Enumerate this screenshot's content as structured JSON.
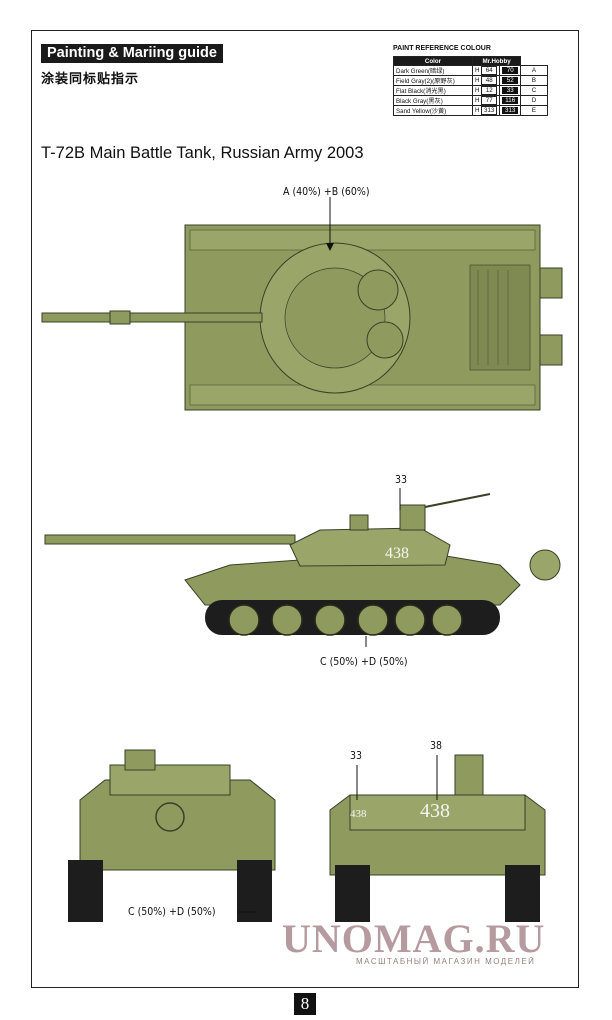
{
  "header": {
    "title_en": "Painting & Mariing guide",
    "title_cn": "涂装同标贴指示"
  },
  "reference": {
    "title": "PAINT REFERENCE COLOUR",
    "col_color": "Color",
    "col_brand": "Mr.Hobby",
    "rows": [
      {
        "name": "Dark Green(暗绿)",
        "h": "H",
        "h_code": "64",
        "c_code": "70",
        "letter": "A"
      },
      {
        "name": "Field Gray(2)(原野灰)",
        "h": "H",
        "h_code": "48",
        "c_code": "52",
        "letter": "B"
      },
      {
        "name": "Flat Black(消光黑)",
        "h": "H",
        "h_code": "12",
        "c_code": "33",
        "letter": "C"
      },
      {
        "name": "Black Gray(黑灰)",
        "h": "H",
        "h_code": "77",
        "c_code": "116",
        "letter": "D"
      },
      {
        "name": "Sand Yellow(沙黄)",
        "h": "H",
        "h_code": "313",
        "c_code": "313",
        "letter": "E"
      }
    ]
  },
  "subtitle": "T-72B Main Battle Tank, Russian Army 2003",
  "annotations": {
    "top_view": "A (40%) +B (60%)",
    "side_view": "C (50%) +D (50%)",
    "front_view": "C (50%) +D (50%)",
    "side_decal": "33",
    "rear_decal_left": "33",
    "rear_decal_right": "38"
  },
  "decals": {
    "hull_number": "438"
  },
  "page_number": "8",
  "watermark": {
    "main": "UNOMAG.RU",
    "sub": "МАСШТАБНЫЙ МАГАЗИН МОДЕЛЕЙ"
  },
  "colors": {
    "tank_green": "#8f9a5f",
    "tank_dark": "#4b5233",
    "track": "#1d1d1d"
  }
}
